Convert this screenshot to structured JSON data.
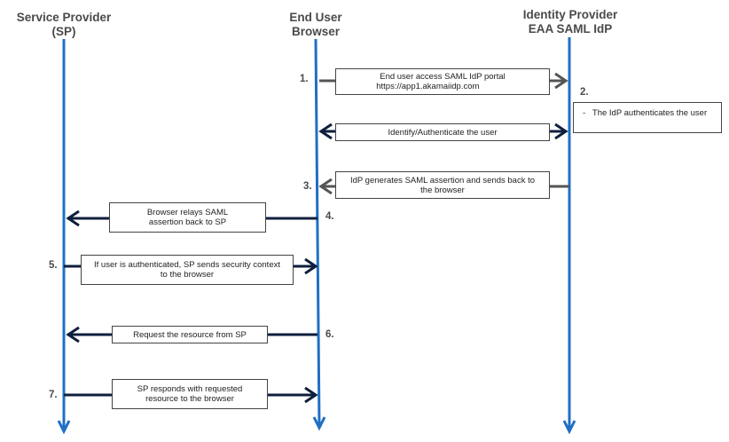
{
  "participants": {
    "sp": {
      "line1": "Service Provider",
      "line2": "(SP)"
    },
    "browser": {
      "line1": "End User",
      "line2": "Browser"
    },
    "idp": {
      "line1": "Identity Provider",
      "line2": "EAA SAML IdP"
    }
  },
  "steps": [
    {
      "number": "1.",
      "text_line1": "End user access SAML IdP portal",
      "text_line2": "https://app1.akamaiidp.com"
    },
    {
      "number": "2.",
      "text": "-   The IdP authenticates the user"
    },
    {
      "number": "",
      "text": "Identify/Authenticate the user"
    },
    {
      "number": "3.",
      "text": "IdP generates SAML assertion and sends back to the browser"
    },
    {
      "number": "4.",
      "text": "Browser relays SAML assertion back to SP"
    },
    {
      "number": "5.",
      "text": "If user is authenticated, SP sends security context to the browser"
    },
    {
      "number": "6.",
      "text": "Request the resource from SP"
    },
    {
      "number": "7.",
      "text": "SP responds with requested resource to the browser"
    }
  ],
  "colors": {
    "lifeline": "#1f6fc4",
    "arrow_dark": "#0f1f3d",
    "arrow_gray": "#555555"
  }
}
